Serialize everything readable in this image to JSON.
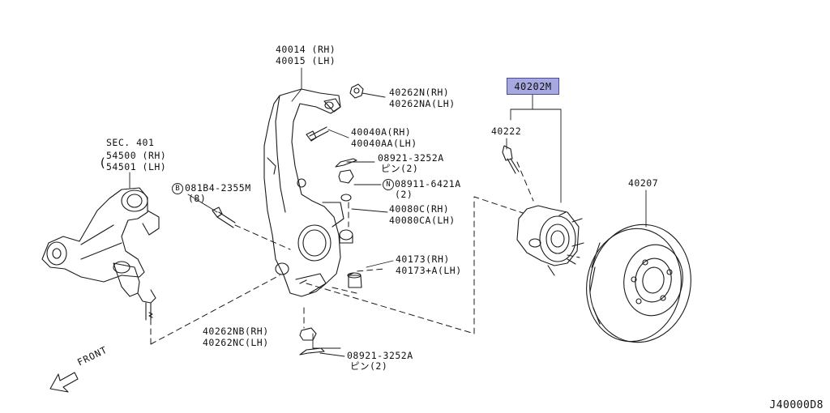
{
  "labels": {
    "knuckle_rh": "40014 (RH)",
    "knuckle_lh": "40015 (LH)",
    "sec": "SEC. 401",
    "arm_rh": "54500 (RH)",
    "arm_lh": "54501 (LH)",
    "nut_top_rh": "40262N(RH)",
    "nut_top_lh": "40262NA(LH)",
    "bolt_rh": "40040A(RH)",
    "bolt_lh": "40040AA(LH)",
    "pin_top": "08921-3252A",
    "pin_top_sub": "ピン(2)",
    "bolt_08": "081B4-2355M",
    "bolt_08_qty": "(8)",
    "nut_09": "08911-6421A",
    "nut_09_qty": "(2)",
    "washer_rh": "40080C(RH)",
    "washer_lh": "40080CA(LH)",
    "bush_rh": "40173(RH)",
    "bush_lh": "40173+A(LH)",
    "nut_bot_rh": "40262NB(RH)",
    "nut_bot_lh": "40262NC(LH)",
    "pin_bot": "08921-3252A",
    "pin_bot_sub": "ピン(2)",
    "hub_assy": "40202M",
    "hub_bolt": "40222",
    "rotor": "40207",
    "front": "FRONT",
    "diagram_code": "J40000D8",
    "sym_b": "B",
    "sym_n": "N"
  },
  "highlight_color": "#a8a8e0"
}
